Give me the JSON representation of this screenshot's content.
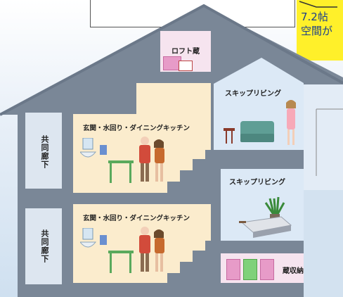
{
  "callout": {
    "line1": "7.2帖",
    "line2": "空間が"
  },
  "loft": {
    "label": "ロフト蔵"
  },
  "upper": {
    "skip_label": "スキップリビング",
    "dining_label": "玄関・水回り・ダイニングキッチン",
    "corridor_label": "共同廊下"
  },
  "lower": {
    "skip_label": "スキップリビング",
    "dining_label": "玄関・水回り・ダイニングキッチン",
    "corridor_label": "共同廊下"
  },
  "storage": {
    "label": "蔵収納"
  },
  "colors": {
    "house": "#7a8797",
    "sky": "#dfe9f4",
    "warm_room": "#fbeccd",
    "cool_room": "#dce9f6",
    "loft_room": "#f6e4ef",
    "callout": "#fff02a",
    "sofa": "#5f9e95"
  }
}
